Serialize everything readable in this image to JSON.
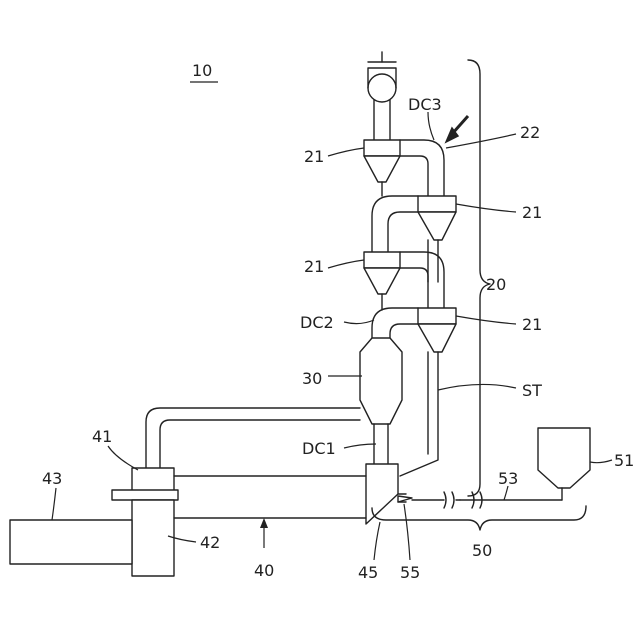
{
  "figure": {
    "title": "10",
    "labels": {
      "dc3": "DC3",
      "dc2": "DC2",
      "dc1": "DC1",
      "ref_22": "22",
      "ref_21_a": "21",
      "ref_21_b": "21",
      "ref_21_c": "21",
      "ref_21_d": "21",
      "ref_20": "20",
      "ref_30": "30",
      "ref_st": "ST",
      "ref_41": "41",
      "ref_43": "43",
      "ref_42": "42",
      "ref_40": "40",
      "ref_45": "45",
      "ref_55": "55",
      "ref_50": "50",
      "ref_51": "51",
      "ref_53": "53"
    }
  }
}
